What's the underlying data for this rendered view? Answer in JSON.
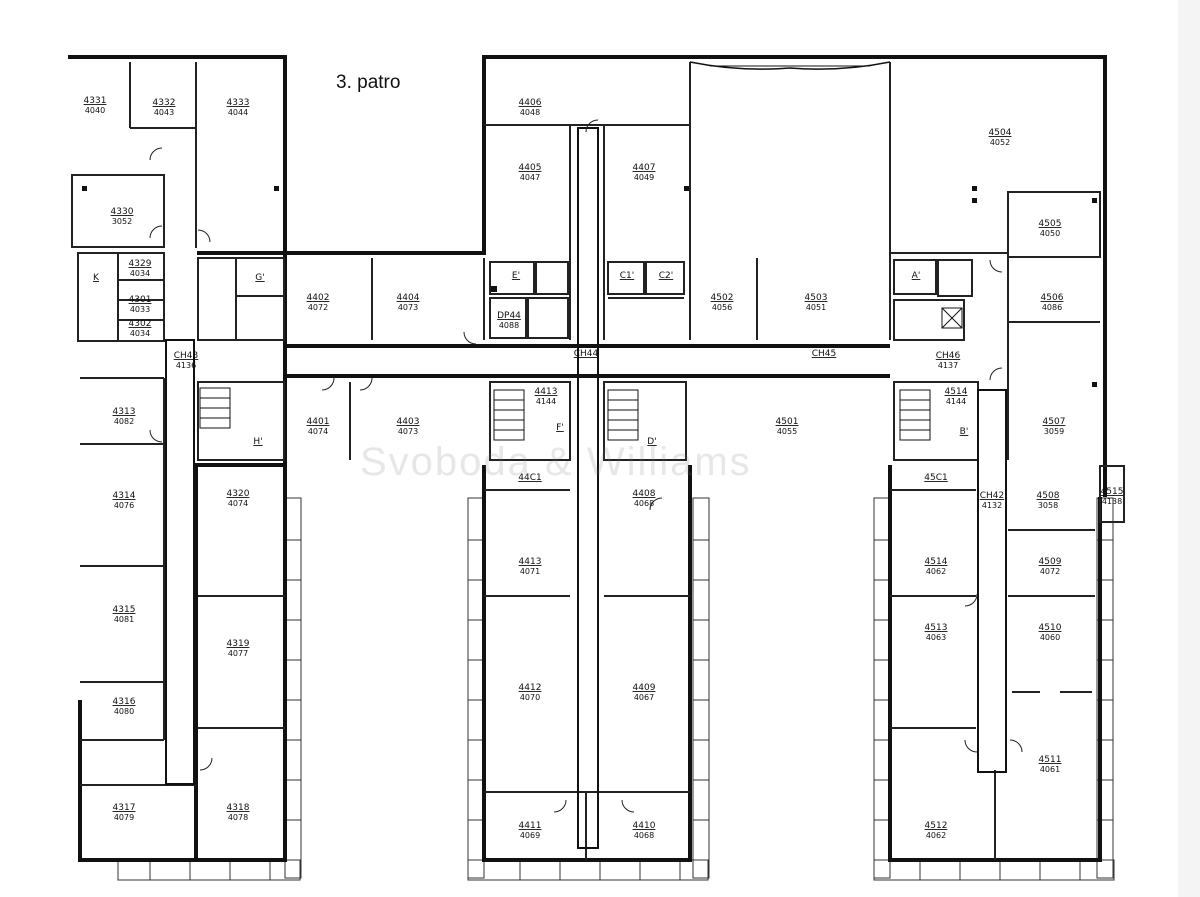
{
  "title": "3. patro",
  "watermark": "Svoboda & Williams",
  "colors": {
    "wall": "#111111",
    "line": "#222222",
    "bg": "#ffffff",
    "label": "#111111"
  },
  "rooms": [
    {
      "id": "r4331",
      "num": "4331",
      "code": "4040"
    },
    {
      "id": "r4332",
      "num": "4332",
      "code": "4043"
    },
    {
      "id": "r4333",
      "num": "4333",
      "code": "4044"
    },
    {
      "id": "r4330",
      "num": "4330",
      "code": "3052"
    },
    {
      "id": "rK",
      "num": "K",
      "code": ""
    },
    {
      "id": "r4329",
      "num": "4329",
      "code": "4034"
    },
    {
      "id": "r4301",
      "num": "4301",
      "code": "4033"
    },
    {
      "id": "r4302",
      "num": "4302",
      "code": "4034"
    },
    {
      "id": "rG",
      "num": "G'",
      "code": ""
    },
    {
      "id": "r4402",
      "num": "4402",
      "code": "4072"
    },
    {
      "id": "r4404",
      "num": "4404",
      "code": "4073"
    },
    {
      "id": "rE",
      "num": "E'",
      "code": ""
    },
    {
      "id": "r4444",
      "num": "DP44",
      "code": "4088"
    },
    {
      "id": "r4406",
      "num": "4406",
      "code": "4048"
    },
    {
      "id": "r4405",
      "num": "4405",
      "code": "4047"
    },
    {
      "id": "r4407",
      "num": "4407",
      "code": "4049"
    },
    {
      "id": "rC1",
      "num": "C1'",
      "code": ""
    },
    {
      "id": "rC2",
      "num": "C2'",
      "code": ""
    },
    {
      "id": "r4502",
      "num": "4502",
      "code": "4056"
    },
    {
      "id": "r4503",
      "num": "4503",
      "code": "4051"
    },
    {
      "id": "r4504",
      "num": "4504",
      "code": "4052"
    },
    {
      "id": "r4505",
      "num": "4505",
      "code": "4050"
    },
    {
      "id": "rA",
      "num": "A'",
      "code": ""
    },
    {
      "id": "r4506",
      "num": "4506",
      "code": "4086"
    },
    {
      "id": "rCH43",
      "num": "CH43",
      "code": "4136"
    },
    {
      "id": "rCH44",
      "num": "CH44",
      "code": ""
    },
    {
      "id": "rCH45",
      "num": "CH45",
      "code": ""
    },
    {
      "id": "rCH46",
      "num": "CH46",
      "code": "4137"
    },
    {
      "id": "r4313",
      "num": "4313",
      "code": "4082"
    },
    {
      "id": "rH",
      "num": "H'",
      "code": ""
    },
    {
      "id": "r4401",
      "num": "4401",
      "code": "4074"
    },
    {
      "id": "r4403",
      "num": "4403",
      "code": "4073"
    },
    {
      "id": "r4413a",
      "num": "4413",
      "code": "4144"
    },
    {
      "id": "rF",
      "num": "F'",
      "code": ""
    },
    {
      "id": "rD",
      "num": "D'",
      "code": ""
    },
    {
      "id": "r4501",
      "num": "4501",
      "code": "4055"
    },
    {
      "id": "r4514a",
      "num": "4514",
      "code": "4144"
    },
    {
      "id": "rB",
      "num": "B'",
      "code": ""
    },
    {
      "id": "r4507",
      "num": "4507",
      "code": "3059"
    },
    {
      "id": "r4314",
      "num": "4314",
      "code": "4076"
    },
    {
      "id": "r4320",
      "num": "4320",
      "code": "4074"
    },
    {
      "id": "r44C1",
      "num": "44C1",
      "code": ""
    },
    {
      "id": "r4408",
      "num": "4408",
      "code": "4068"
    },
    {
      "id": "r45C1",
      "num": "45C1",
      "code": ""
    },
    {
      "id": "rCH42",
      "num": "CH42",
      "code": "4132"
    },
    {
      "id": "r4508",
      "num": "4508",
      "code": "3058"
    },
    {
      "id": "r4515",
      "num": "4515",
      "code": "4138"
    },
    {
      "id": "r4413",
      "num": "4413",
      "code": "4071"
    },
    {
      "id": "r4514",
      "num": "4514",
      "code": "4062"
    },
    {
      "id": "r4509",
      "num": "4509",
      "code": "4072"
    },
    {
      "id": "r4315",
      "num": "4315",
      "code": "4081"
    },
    {
      "id": "r4319",
      "num": "4319",
      "code": "4077"
    },
    {
      "id": "r4412",
      "num": "4412",
      "code": "4070"
    },
    {
      "id": "r4409",
      "num": "4409",
      "code": "4067"
    },
    {
      "id": "r4513",
      "num": "4513",
      "code": "4063"
    },
    {
      "id": "r4510",
      "num": "4510",
      "code": "4060"
    },
    {
      "id": "r4316",
      "num": "4316",
      "code": "4080"
    },
    {
      "id": "r4511",
      "num": "4511",
      "code": "4061"
    },
    {
      "id": "r4317",
      "num": "4317",
      "code": "4079"
    },
    {
      "id": "r4318",
      "num": "4318",
      "code": "4078"
    },
    {
      "id": "r4411",
      "num": "4411",
      "code": "4069"
    },
    {
      "id": "r4410",
      "num": "4410",
      "code": "4068"
    },
    {
      "id": "r4512",
      "num": "4512",
      "code": "4062"
    }
  ]
}
